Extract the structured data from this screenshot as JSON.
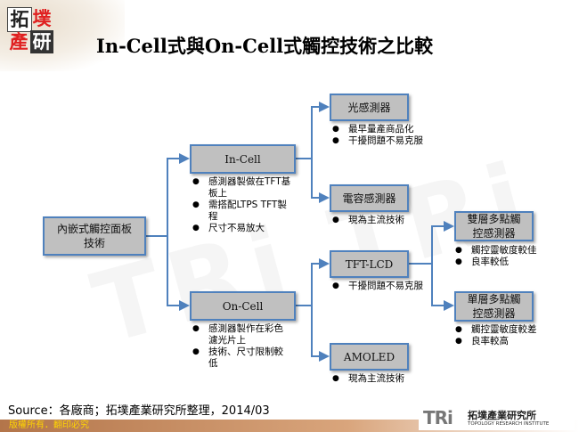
{
  "logo": {
    "chars": [
      "拓",
      "墣",
      "產",
      "研"
    ]
  },
  "title": "In-Cell式與On-Cell式觸控技術之比較",
  "watermark": "TRi TRi",
  "colors": {
    "box_fill": "#c0c0c0",
    "box_border": "#4f81bd",
    "connector": "#4f81bd",
    "footer": "#b3754a",
    "footer_text": "#ffd600",
    "logo_red": "#e02020"
  },
  "nodes": {
    "root": "內嵌式觸控面板技術",
    "incell": "In-Cell",
    "oncell": "On-Cell",
    "light": "光感測器",
    "cap": "電容感測器",
    "tftlcd": "TFT-LCD",
    "amoled": "AMOLED",
    "double": "雙層多點觸控感測器",
    "single": "單層多點觸控感測器"
  },
  "bullets": {
    "incell": [
      "感測器製做在TFT基板上",
      "需搭配LTPS TFT製程",
      "尺寸不易放大"
    ],
    "oncell": [
      "感測器製作在彩色濾光片上",
      "技術、尺寸限制較低"
    ],
    "light": [
      "最早量產商品化",
      "干擾問題不易克服"
    ],
    "cap": [
      "現為主流技術"
    ],
    "tftlcd": [
      "干擾問題不易克服"
    ],
    "amoled": [
      "現為主流技術"
    ],
    "double": [
      "觸控靈敏度較佳",
      "良率較低"
    ],
    "single": [
      "觸控靈敏度較差",
      "良率較高"
    ]
  },
  "source": "Source：各廠商；拓墣產業研究所整理，2014/03",
  "footer": "版權所有．翻印必究",
  "brand": {
    "mark": "TRi",
    "name_cn": "拓墣產業研究所",
    "name_en": "TOPOLOGY RESEARCH INSTITUTE"
  }
}
